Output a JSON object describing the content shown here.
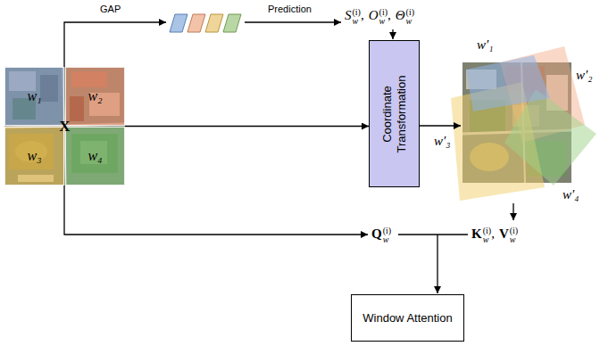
{
  "diagram": {
    "nodes": [
      {
        "text": [
          "X"
        ]
      },
      {
        "text": [
          "w₁"
        ],
        "in": 0
      },
      {
        "text": [
          "w₂"
        ],
        "in": 0
      },
      {
        "text": [
          "w₃"
        ],
        "in": 0
      },
      {
        "text": [
          "w₄"
        ],
        "in": 0
      },
      {
        "text": [
          "Coordinate Transformation"
        ]
      },
      {
        "text": [
          "Window Attention"
        ]
      }
    ],
    "edges": [
      {
        "from": 0,
        "to": 5,
        "arrow": "to"
      }
    ],
    "labels": [
      "GAP",
      "Prediction",
      "S",
      "w",
      "(i)",
      ",",
      "O",
      "w",
      "(i)",
      ",",
      "Θ",
      "w",
      "(i)",
      "w′₁",
      "w′₂",
      "w′₃",
      "w′₄",
      "Q",
      "w",
      "(i)",
      "K",
      "w",
      "(i)",
      ",",
      "V",
      "w",
      "(i)"
    ]
  }
}
